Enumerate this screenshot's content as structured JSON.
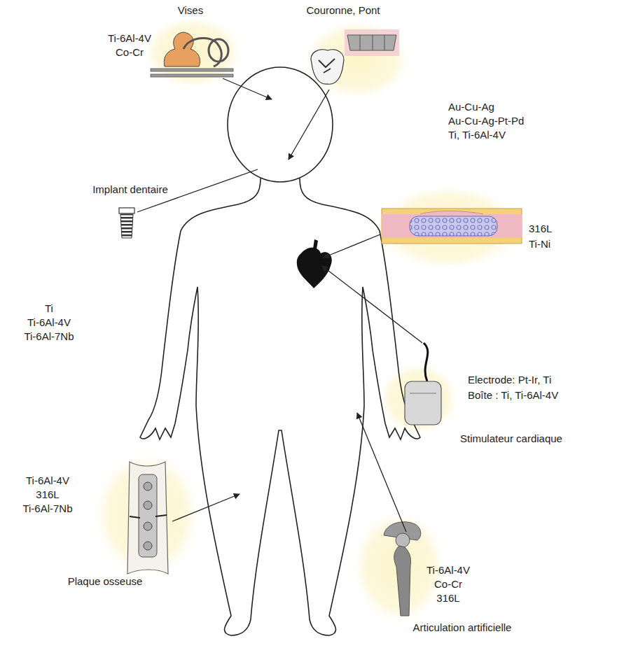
{
  "diagram": {
    "labels": [
      "Vises",
      "Ti-6Al-4V",
      "Co-Cr",
      "Couronne, Pont",
      "Au-Cu-Ag",
      "Au-Cu-Ag-Pt-Pd",
      "Ti, Ti-6Al-4V",
      "Implant dentaire",
      "316L",
      "Ti-Ni",
      "Ti",
      "Ti-6Al-4V",
      "Ti-6Al-7Nb",
      "Electrode: Pt-Ir, Ti",
      "Boîte : Ti, Ti-6Al-4V",
      "Stimulateur cardiaque",
      "Ti-6Al-4V",
      "316L",
      "Ti-6Al-7Nb",
      "Plaque osseuse",
      "Ti-6Al-4V",
      "Co-Cr",
      "316L",
      "Articulation artificielle"
    ]
  }
}
